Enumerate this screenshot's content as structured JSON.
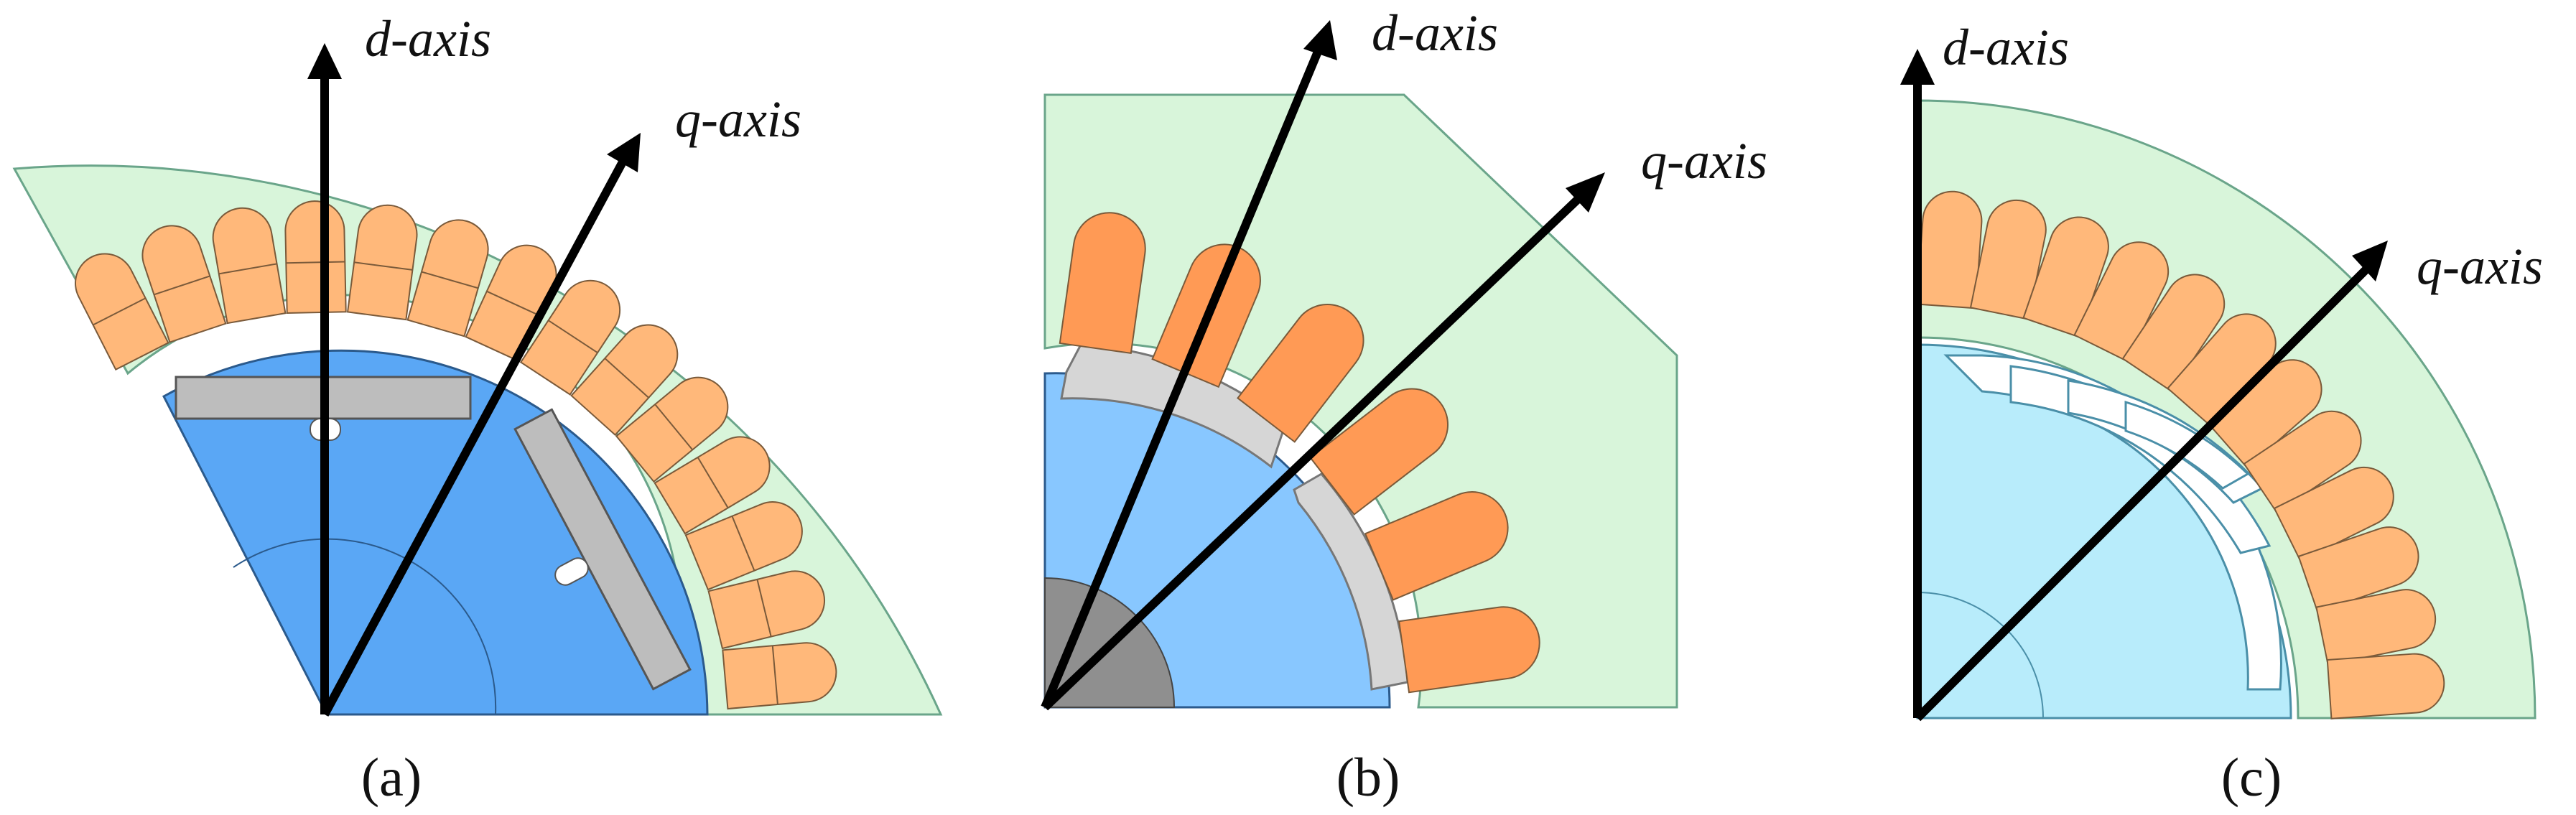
{
  "panels": [
    {
      "id": "a",
      "caption": "(a)",
      "d_label": "d-axis",
      "q_label": "q-axis"
    },
    {
      "id": "b",
      "caption": "(b)",
      "d_label": "d-axis",
      "q_label": "q-axis"
    },
    {
      "id": "c",
      "caption": "(c)",
      "d_label": "d-axis",
      "q_label": "q-axis"
    }
  ],
  "colors": {
    "stator_core": "#d8f5da",
    "stator_stroke": "#6aa58a",
    "winding_a": "#ffb87a",
    "winding_b": "#ff9a55",
    "winding_stroke": "#7a5a3a",
    "rotor_a": "#5aa7f5",
    "rotor_b": "#88c7ff",
    "rotor_c": "#b8ecfb",
    "magnet": "#bdbdbd",
    "shaft": "#8f8f8f",
    "axis_arrow": "#000000"
  }
}
